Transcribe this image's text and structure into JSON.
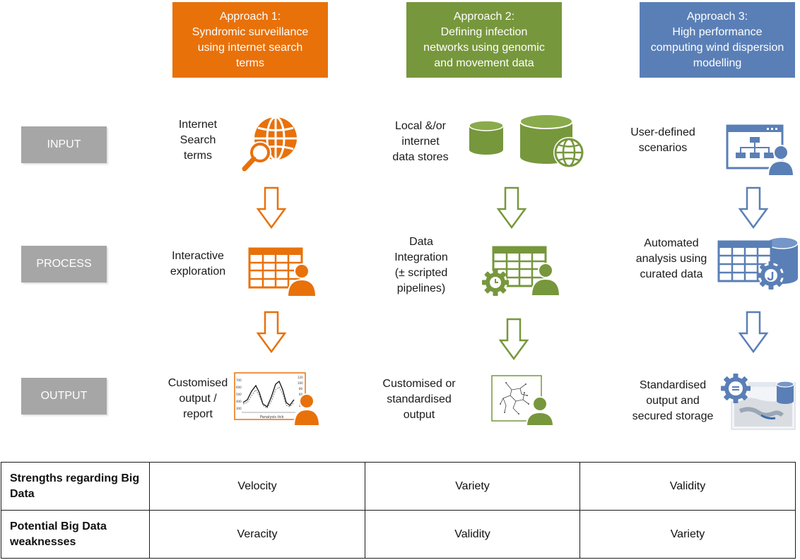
{
  "approaches": [
    {
      "lines": [
        "Approach 1:",
        "Syndromic surveillance",
        "using internet search",
        "terms"
      ],
      "color": "#e8710a"
    },
    {
      "lines": [
        "Approach 2:",
        "Defining infection",
        "networks using genomic",
        "and movement data"
      ],
      "color": "#77973c"
    },
    {
      "lines": [
        "Approach 3:",
        "High performance",
        "computing wind dispersion",
        "modelling"
      ],
      "color": "#5a7fb6"
    }
  ],
  "stages": [
    "INPUT",
    "PROCESS",
    "OUTPUT"
  ],
  "labels": {
    "a1_input": [
      "Internet",
      "Search",
      "terms"
    ],
    "a1_process": [
      "Interactive",
      "exploration"
    ],
    "a1_output": [
      "Customised",
      "output /",
      "report"
    ],
    "a2_input": [
      "Local &/or",
      "internet",
      "data stores"
    ],
    "a2_process": [
      "Data",
      "Integration",
      "(± scripted",
      "pipelines)"
    ],
    "a2_output": [
      "Customised or",
      "standardised",
      "output"
    ],
    "a3_input": [
      "User-defined",
      "scenarios"
    ],
    "a3_process": [
      "Automated",
      "analysis using",
      "curated data"
    ],
    "a3_output": [
      "Standardised",
      "output and",
      "secured storage"
    ]
  },
  "icons": {
    "a1_input": "globe-search-icon",
    "a1_process": "spreadsheet-user-icon",
    "a1_output": "chart-report-user-icon",
    "a2_input": "database-globe-icon",
    "a2_process": "spreadsheet-gear-user-icon",
    "a2_output": "network-tree-user-icon",
    "a3_input": "org-chart-window-user-icon",
    "a3_process": "database-gear-icon",
    "a3_output": "gear-map-database-icon"
  },
  "chart_thumbnail": {
    "xlabel": "Panalysis tick",
    "y_ticks": [
      "300",
      "400",
      "500",
      "600",
      "700"
    ],
    "right_ticks": [
      "120",
      "100",
      "80",
      "60",
      "40",
      "20",
      "0"
    ]
  },
  "table": {
    "rows": [
      {
        "header": [
          "Strengths regarding Big",
          "Data"
        ],
        "values": [
          "Velocity",
          "Variety",
          "Validity"
        ]
      },
      {
        "header": [
          "Potential Big Data",
          "weaknesses"
        ],
        "values": [
          "Veracity",
          "Validity",
          "Variety"
        ]
      }
    ]
  },
  "colors": {
    "orange": "#e8710a",
    "green": "#77973c",
    "blue": "#5a7fb6",
    "stage_gray": "#a6a6a6"
  }
}
